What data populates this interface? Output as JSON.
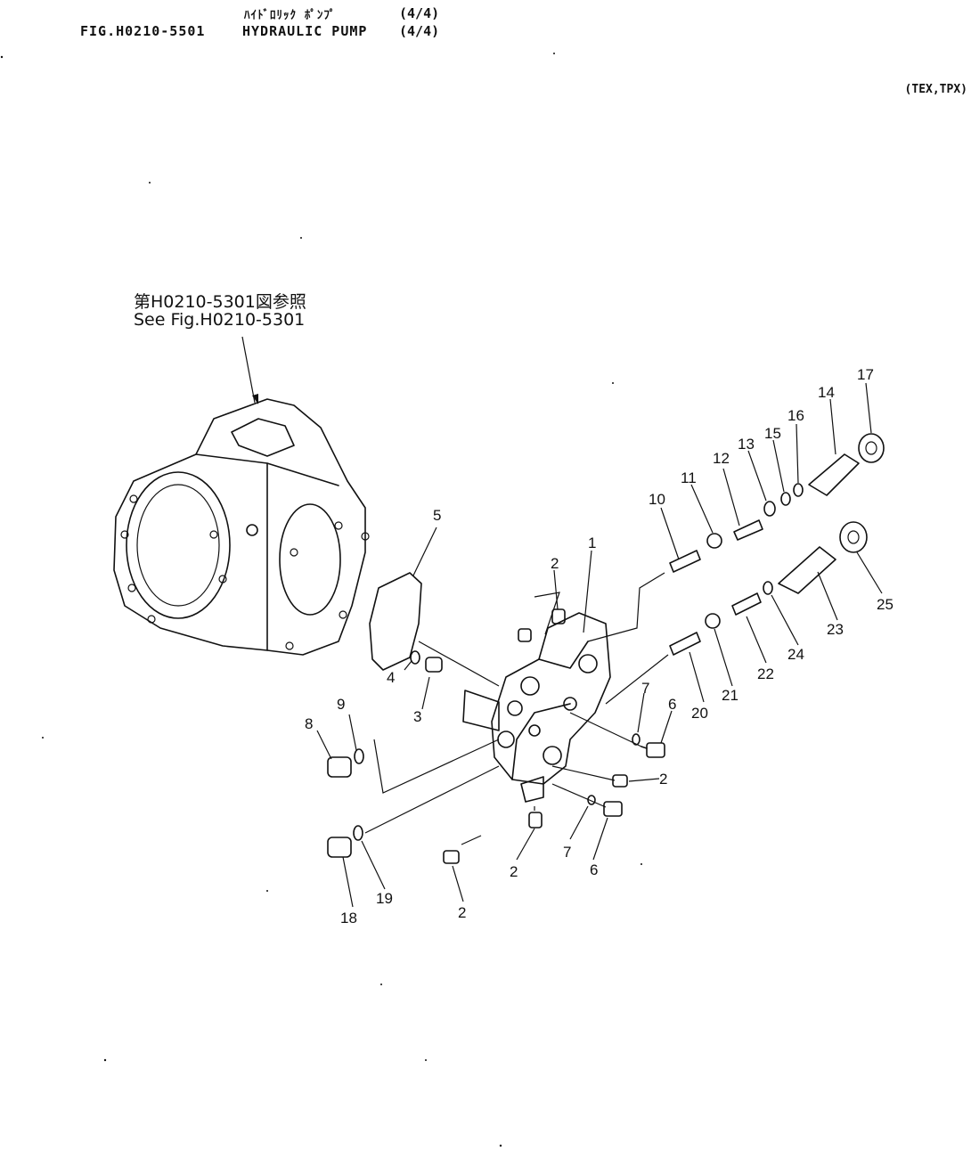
{
  "header": {
    "title_jp": "ﾊｲﾄﾞﾛﾘｯｸ ﾎﾟﾝﾌﾟ",
    "title_jp_fraction": "(4/4)",
    "figure_id": "FIG.H0210-5501",
    "title_en": "HYDRAULIC PUMP",
    "title_en_fraction": "(4/4)",
    "variant": "(TEX,TPX)"
  },
  "reference": {
    "jp": "第H0210-5301図参照",
    "en": "See Fig.H0210-5301"
  },
  "callouts": {
    "c1": "1",
    "c2a": "2",
    "c2b": "2",
    "c2c": "2",
    "c2d": "2",
    "c3": "3",
    "c4": "4",
    "c5": "5",
    "c6a": "6",
    "c6b": "6",
    "c7a": "7",
    "c7b": "7",
    "c8": "8",
    "c9a": "9",
    "c9b": "19",
    "c10": "10",
    "c11": "11",
    "c12": "12",
    "c13": "13",
    "c14": "14",
    "c15": "15",
    "c16": "16",
    "c17": "17",
    "c18": "18",
    "c20": "20",
    "c21": "21",
    "c22": "22",
    "c23": "23",
    "c24": "24",
    "c25": "25"
  }
}
